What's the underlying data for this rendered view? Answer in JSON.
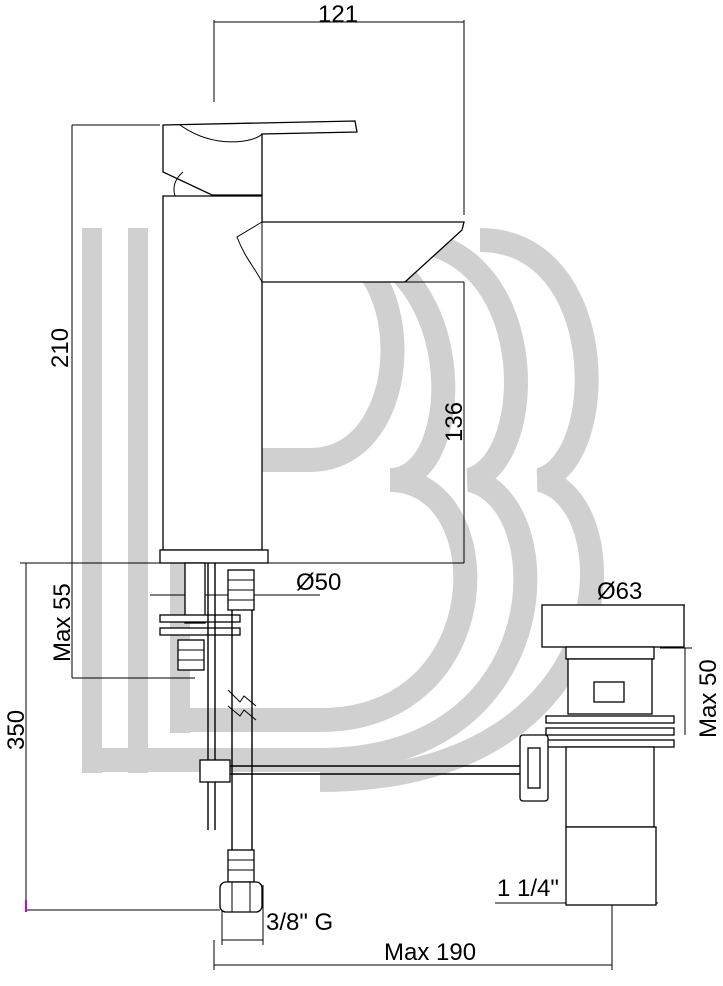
{
  "dimensions": {
    "width_top": "121",
    "height_total": "210",
    "spout_height": "136",
    "base_diameter": "Ø50",
    "deck_thickness": "Max 55",
    "hose_length": "350",
    "waste_diameter": "Ø63",
    "waste_deck": "Max 50",
    "waste_thread": "1 1/4\"",
    "connection_thread": "3/8\" G",
    "rod_reach": "Max 190"
  },
  "colors": {
    "line": "#000000",
    "watermark": "#d0d0d0",
    "marker": "#cc00cc"
  }
}
